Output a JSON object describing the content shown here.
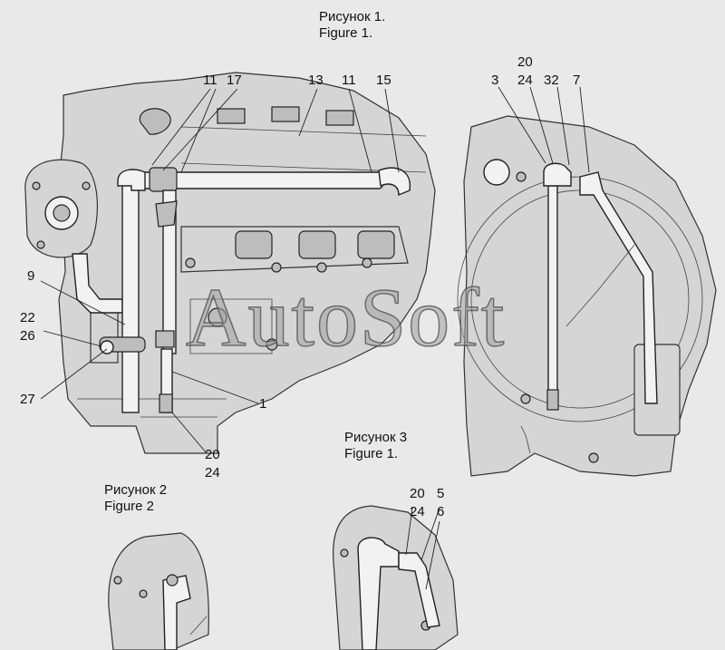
{
  "captions": {
    "fig1_ru": "Рисунок 1.",
    "fig1_en": "Figure 1.",
    "fig2_ru": "Рисунок 2",
    "fig2_en": "Figure 2",
    "fig3_ru": "Рисунок 3",
    "fig3_en": "Figure 1."
  },
  "watermark": "AutoSoft",
  "callouts": {
    "c11a": "11",
    "c17": "17",
    "c13": "13",
    "c11b": "11",
    "c15": "15",
    "c9": "9",
    "c22": "22",
    "c26": "26",
    "c27": "27",
    "c1": "1",
    "c20a": "20",
    "c24a": "24",
    "c20b": "20",
    "c3": "3",
    "c24b": "24",
    "c32": "32",
    "c7": "7",
    "c20c": "20",
    "c5": "5",
    "c24c": "24",
    "c6": "6"
  }
}
